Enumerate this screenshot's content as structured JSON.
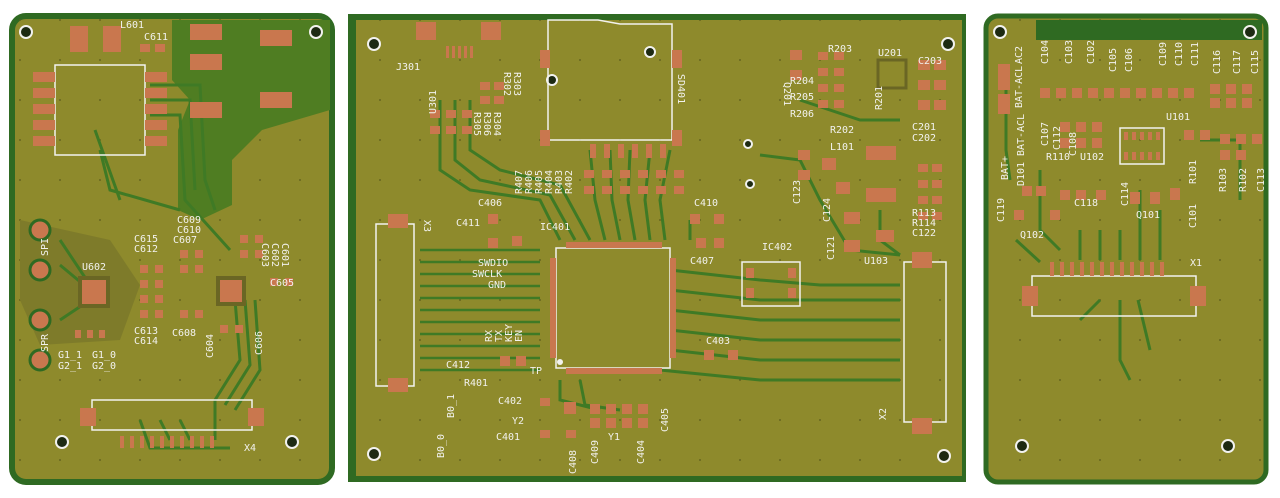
{
  "colors": {
    "background": "#ffffff",
    "solder_mask": "#2f6a22",
    "copper_pour": "#8e8a2c",
    "pad": "#c9774e",
    "silkscreen": "#f2f2ee",
    "trace": "#3f7a25"
  },
  "labels": {
    "left": {
      "l601": "L601",
      "c611": "C611",
      "c609": "C609",
      "c610": "C610",
      "c615": "C615",
      "c612": "C612",
      "c607": "C607",
      "c603": "C603",
      "c602": "C602",
      "c601": "C601",
      "u602": "U602",
      "c605": "C605",
      "spi": "SPI",
      "spr": "SPR",
      "c613": "C613",
      "c614": "C614",
      "c608": "C608",
      "c604": "C604",
      "c606": "C606",
      "g1_1": "G1_1",
      "g1_0": "G1_0",
      "g2_1": "G2_1",
      "g2_0": "G2_0",
      "x4": "X4"
    },
    "mid": {
      "j301": "J301",
      "u301": "U301",
      "r302": "R302",
      "r303": "R303",
      "r305": "R305",
      "r304": "R304",
      "r306": "R306",
      "sd401": "SD401",
      "r407": "R407",
      "r406": "R406",
      "r405": "R405",
      "r404": "R404",
      "r403": "R403",
      "r402": "R402",
      "c406": "C406",
      "c411": "C411",
      "ic401": "IC401",
      "c410": "C410",
      "x3": "X3",
      "swdio": "SWDIO",
      "swclk": "SWCLK",
      "gnd": "GND",
      "c407": "C407",
      "ic402": "IC402",
      "c412": "C412",
      "rx": "RX",
      "tx": "TX",
      "key": "KEY",
      "en": "EN",
      "r401": "R401",
      "tp": "TP",
      "c403": "C403",
      "c402": "C402",
      "y2": "Y2",
      "c401": "C401",
      "c408": "C408",
      "c409": "C409",
      "y1": "Y1",
      "c404": "C404",
      "c405": "C405",
      "b0_1": "B0_1",
      "b0_0": "B0_0",
      "q201": "Q201",
      "r203": "R203",
      "r204": "R204",
      "r205": "R205",
      "r206": "R206",
      "u201": "U201",
      "c203": "C203",
      "r201": "R201",
      "r202": "R202",
      "c201": "C201",
      "c202": "C202",
      "l101": "L101",
      "c123": "C123",
      "c124": "C124",
      "c121": "C121",
      "u103": "U103",
      "r113": "R113",
      "r114": "R114",
      "c122": "C122",
      "x2": "X2"
    },
    "right": {
      "c104": "C104",
      "c103": "C103",
      "c102": "C102",
      "c105": "C105",
      "c106": "C106",
      "c109": "C109",
      "c110": "C110",
      "c111": "C111",
      "c116": "C116",
      "c117": "C117",
      "c115": "C115",
      "bat_acl": "BAT-ACL",
      "ac2": "AC2",
      "bat_plus": "BAT+",
      "bat_minus": "BAT-ACL",
      "d101": "D101",
      "c107": "C107",
      "c108": "C108",
      "c112": "C112",
      "u101": "U101",
      "r110": "R110",
      "u102": "U102",
      "c119": "C119",
      "c118": "C118",
      "c114": "C114",
      "q101": "Q101",
      "c101": "C101",
      "r101": "R101",
      "r103": "R103",
      "r102": "R102",
      "c113": "C113",
      "q102": "Q102",
      "x1": "X1"
    }
  }
}
